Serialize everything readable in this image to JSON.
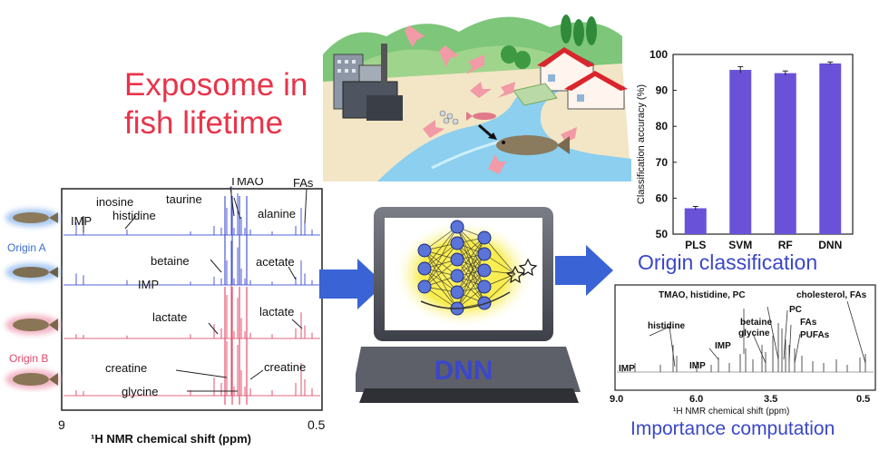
{
  "headline": {
    "line1": "Exposome in",
    "line2": "fish lifetime"
  },
  "colors": {
    "accent_red": "#e8344a",
    "caption_blue": "#3b47c9",
    "bar_purple": "#6a52d8",
    "arrow_blue": "#3a63d6",
    "origin_a_text": "#3b6fd0",
    "origin_b_text": "#e0486a"
  },
  "origins": {
    "a": "Origin A",
    "b": "Origin B"
  },
  "nmr": {
    "peak_labels": {
      "imp_1": "IMP",
      "inosine": "inosine",
      "histidine": "histidine",
      "taurine": "taurine",
      "tmao": "TMAO",
      "fas": "FAs",
      "alanine": "alanine",
      "betaine": "betaine",
      "imp_2": "IMP",
      "acetate": "acetate",
      "lactate_1": "lactate",
      "lactate_2": "lactate",
      "creatine_1": "creatine",
      "creatine_2": "creatine",
      "glycine": "glycine"
    },
    "x_tick_left": "9",
    "x_tick_right": "0.5",
    "x_title": "¹H NMR chemical shift (ppm)"
  },
  "dnn_label": "DNN",
  "chart_data": [
    {
      "type": "bar",
      "categories": [
        "PLS",
        "SVM",
        "RF",
        "DNN"
      ],
      "values": [
        57.2,
        95.7,
        94.8,
        97.5
      ],
      "errors": [
        0.5,
        0.9,
        0.6,
        0.4
      ],
      "ylabel": "Classification accuracy (%)",
      "xlabel": "",
      "ylim": [
        50,
        100
      ],
      "yticks": [
        50,
        60,
        70,
        80,
        90,
        100
      ],
      "grid": false,
      "caption": "Origin classification"
    },
    {
      "type": "spectrum",
      "x_ticks": [
        "9.0",
        "6.0",
        "3.5",
        "0.5"
      ],
      "xlabel": "¹H NMR chemical shift (ppm)",
      "annotations": [
        "TMAO, histidine, PC",
        "cholesterol, FAs",
        "histidine",
        "PC",
        "betaine",
        "FAs",
        "glycine",
        "PUFAs",
        "IMP",
        "IMP",
        "IMP"
      ],
      "caption": "Importance computation"
    }
  ]
}
